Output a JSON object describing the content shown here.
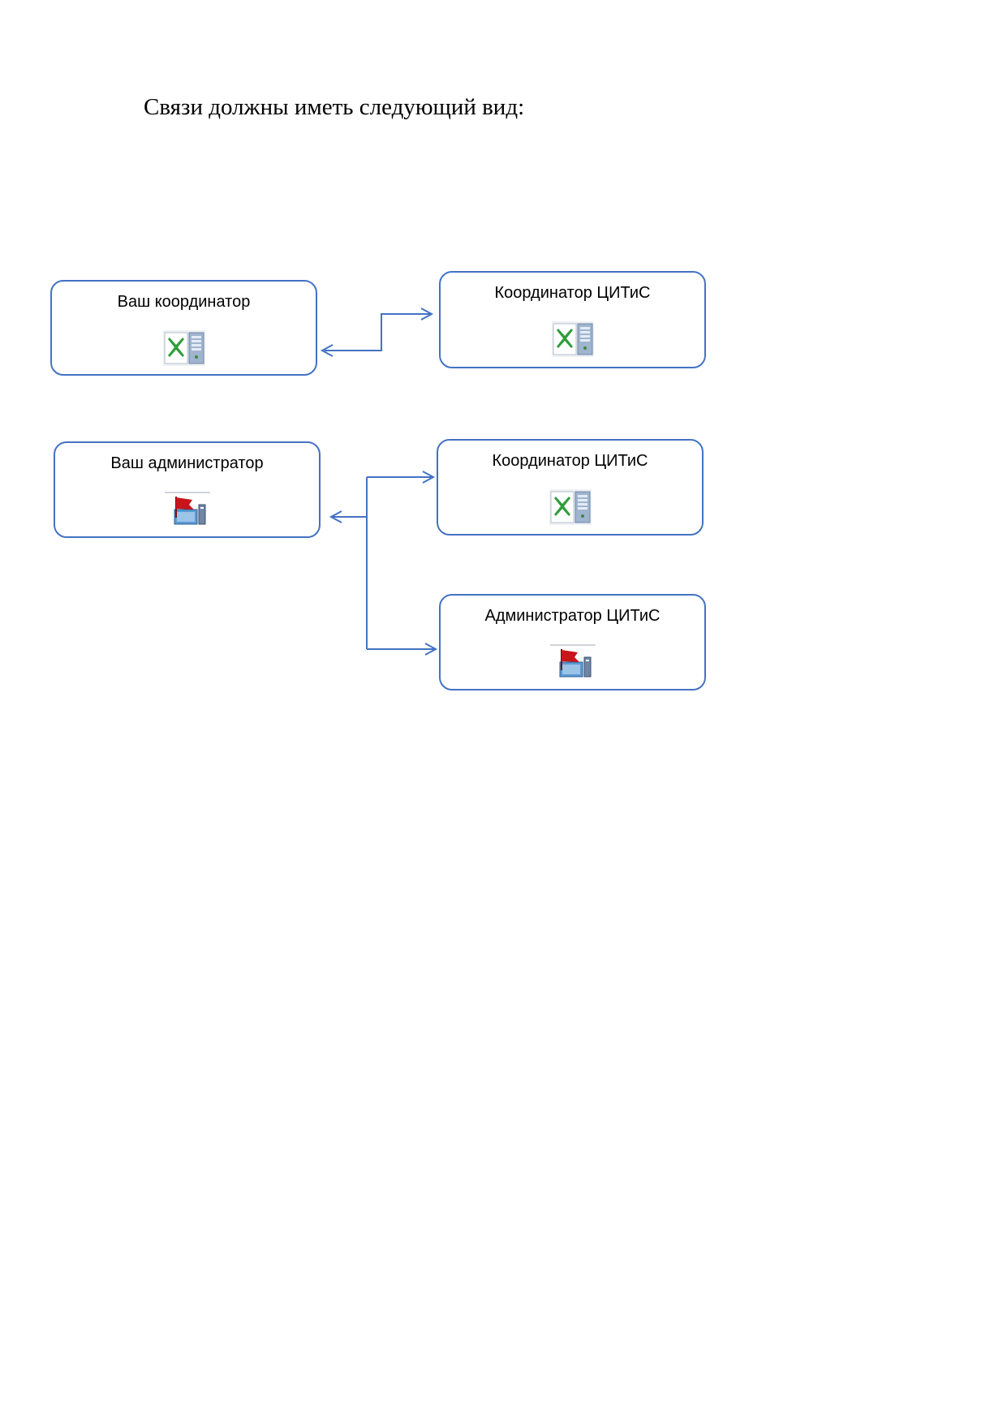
{
  "heading": "Связи должны иметь следующий вид:",
  "nodes": {
    "your_coordinator": {
      "label": "Ваш координатор",
      "icon": "coordinator-icon"
    },
    "citis_coordinator_1": {
      "label": "Координатор ЦИТиС",
      "icon": "coordinator-icon"
    },
    "your_administrator": {
      "label": "Ваш администратор",
      "icon": "administrator-icon"
    },
    "citis_coordinator_2": {
      "label": "Координатор ЦИТиС",
      "icon": "coordinator-icon"
    },
    "citis_administrator": {
      "label": "Администратор ЦИТиС",
      "icon": "administrator-icon"
    }
  },
  "colors": {
    "line": "#4472c4",
    "coordinator_icon_green": "#2e9e3a",
    "administrator_flag_red": "#c8151b"
  }
}
